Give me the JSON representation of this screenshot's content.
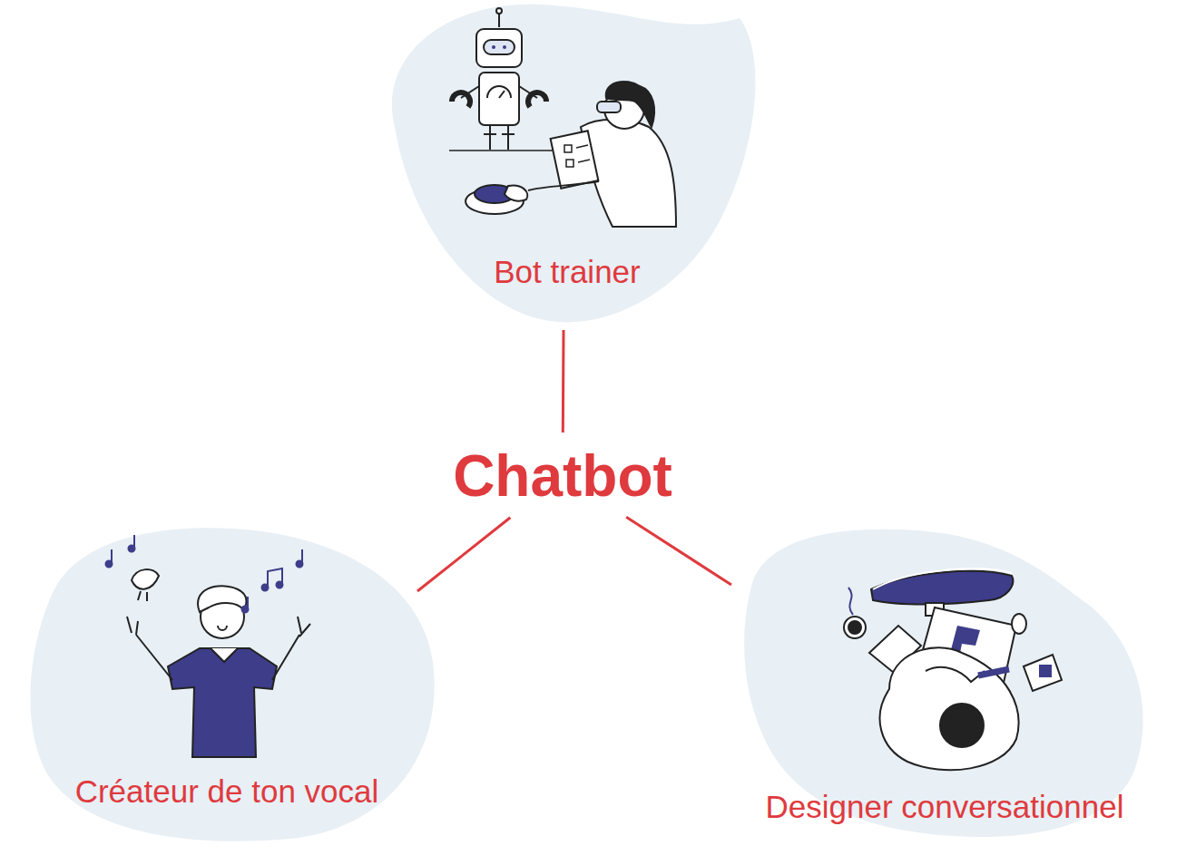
{
  "diagram": {
    "nodes": [
      {
        "text": [
          "Bot trainer"
        ]
      },
      {
        "text": [
          "Chatbot"
        ]
      },
      {
        "text": [
          "Créateur de ton vocal"
        ]
      },
      {
        "text": [
          "Designer conversationnel"
        ]
      }
    ],
    "edges": [
      {
        "from": 1,
        "to": 0,
        "arrow": "none"
      },
      {
        "from": 1,
        "to": 2,
        "arrow": "none"
      },
      {
        "from": 1,
        "to": 3,
        "arrow": "none"
      }
    ]
  }
}
